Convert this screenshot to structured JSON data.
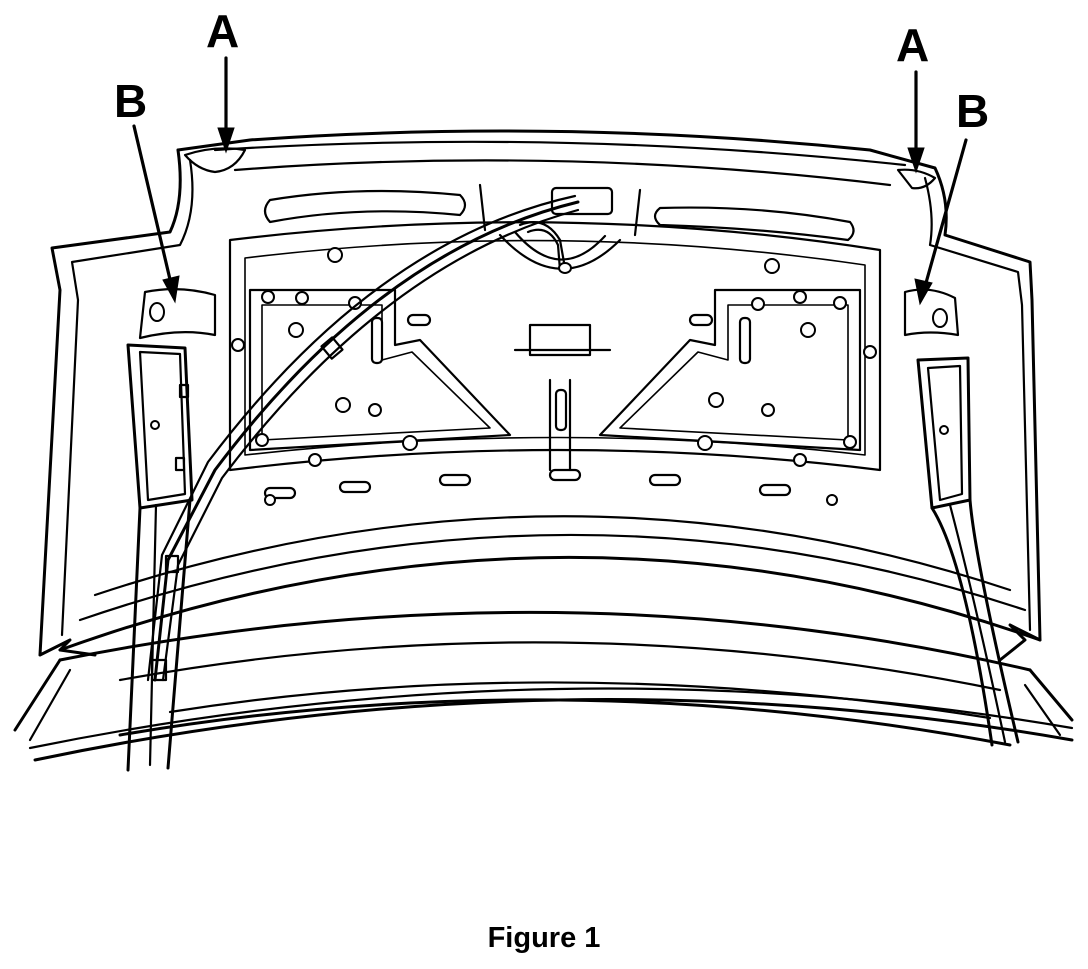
{
  "callouts": {
    "a_left": "A",
    "a_right": "A",
    "b_left": "B",
    "b_right": "B"
  },
  "caption": "Figure 1",
  "colors": {
    "line": "#000000",
    "background": "#ffffff"
  }
}
